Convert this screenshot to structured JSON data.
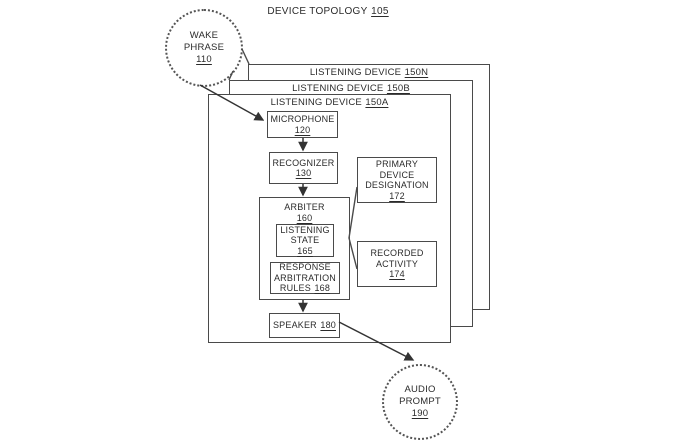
{
  "figure": {
    "title": {
      "label": "DEVICE TOPOLOGY",
      "ref": "105"
    }
  },
  "wake_phrase": {
    "line1": "WAKE",
    "line2": "PHRASE",
    "ref": "110"
  },
  "devices": [
    {
      "label": "LISTENING DEVICE",
      "ref": "150N"
    },
    {
      "label": "LISTENING DEVICE",
      "ref": "150B"
    },
    {
      "label": "LISTENING DEVICE",
      "ref": "150A"
    }
  ],
  "components": {
    "microphone": {
      "label": "MICROPHONE",
      "ref": "120"
    },
    "recognizer": {
      "label": "RECOGNIZER",
      "ref": "130"
    },
    "arbiter": {
      "label": "ARBITER",
      "ref": "160"
    },
    "listening_state": {
      "line1": "LISTENING",
      "line2": "STATE",
      "ref": "165"
    },
    "response_arbitration_rules": {
      "line1": "RESPONSE",
      "line2": "ARBITRATION",
      "line3": "RULES",
      "ref": "168"
    },
    "speaker": {
      "label": "SPEAKER",
      "ref": "180"
    },
    "primary_device_designation": {
      "line1": "PRIMARY",
      "line2": "DEVICE",
      "line3": "DESIGNATION",
      "ref": "172"
    },
    "recorded_activity": {
      "line1": "RECORDED",
      "line2": "ACTIVITY",
      "ref": "174"
    }
  },
  "audio_prompt": {
    "line1": "AUDIO",
    "line2": "PROMPT",
    "ref": "190"
  },
  "colors": {
    "line": "#4a4a4a",
    "text": "#2b2b2b",
    "background": "#ffffff"
  }
}
